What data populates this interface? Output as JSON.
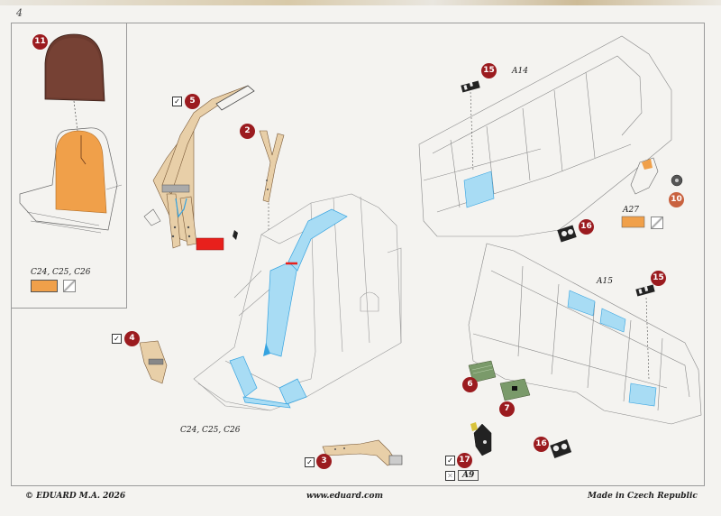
{
  "page_number": "4",
  "callouts": {
    "c11": "11",
    "c5": "5",
    "c2": "2",
    "c15a": "15",
    "c10": "10",
    "c16a": "16",
    "c15b": "15",
    "c4": "4",
    "c6": "6",
    "c7": "7",
    "c16b": "16",
    "c3": "3",
    "c17": "17"
  },
  "labels": {
    "a14": "A14",
    "a15": "A15",
    "a27": "A27",
    "a9": "A9",
    "inset_parts": "C24, C25, C26",
    "seat_parts": "C24, C25, C26"
  },
  "colors": {
    "orange": "#f0a04a",
    "red": "#e8201c",
    "blue": "#a8dcf4",
    "tan": "#e8cfa8",
    "callout": "#9b1b1f",
    "pe_callout": "#c9623f"
  },
  "footer": {
    "copyright": "© EDUARD  M.A. 2026",
    "website": "www.eduard.com",
    "origin": "Made in Czech Republic"
  }
}
